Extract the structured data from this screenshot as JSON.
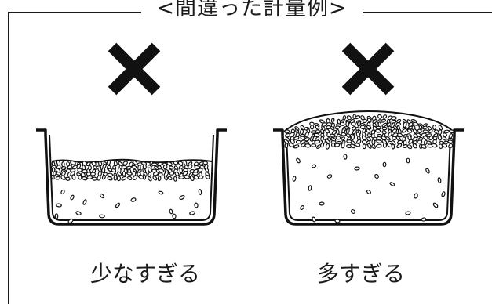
{
  "header": {
    "title": "<間違った計量例>"
  },
  "panels": [
    {
      "mark": "cross-mark",
      "caption": "少なすぎる"
    },
    {
      "mark": "cross-mark",
      "caption": "多すぎる"
    }
  ],
  "colors": {
    "line": "#1a1a1a",
    "background": "#ffffff"
  }
}
